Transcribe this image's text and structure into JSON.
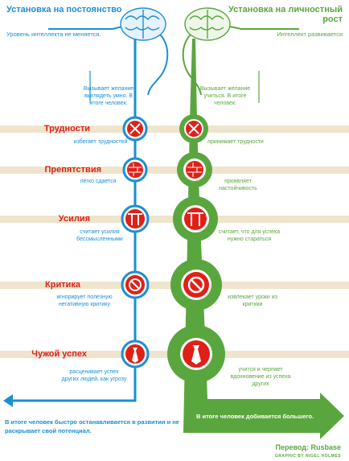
{
  "left": {
    "title": "Установка на постоянство",
    "subtitle": "Уровень интеллекта не меняется.",
    "intro": "Вызывает желание выглядеть умно. В итоге человек:",
    "conclusion": "В итоге человек быстро останавливается в развитии и не раскрывает свой потенциал."
  },
  "right": {
    "title": "Установка на личностный рост",
    "subtitle": "Интеллект развивается",
    "intro": "Вызывает желание учиться. В итоге человек:",
    "conclusion": "В итоге человек добивается большего."
  },
  "rows": [
    {
      "label": "Трудности",
      "fixed": "избегает трудностей",
      "growth": "принимает трудности",
      "icon": "crossed-arrows-icon"
    },
    {
      "label": "Препятствия",
      "fixed": "легко сдается",
      "growth": "проявляет настойчивость",
      "icon": "brick-wall-icon"
    },
    {
      "label": "Усилия",
      "fixed": "считает усилия бессмысленными",
      "growth": "считает, что для успеха нужно стараться",
      "icon": "weightlifter-icon"
    },
    {
      "label": "Критика",
      "fixed": "игнорирует полезную негативную критику",
      "growth": "извлекает уроки из критики",
      "icon": "prohibited-icon"
    },
    {
      "label": "Чужой успех",
      "fixed": "расценивает успех других людей, как угрозу",
      "growth": "учится и черпает вдохновение из успеха других",
      "icon": "tie-icon"
    }
  ],
  "credit": {
    "translation": "Перевод: Rusbase",
    "graphic": "GRAPHIC BY NIGEL HOLMES"
  },
  "colors": {
    "fixed": "#1a8fd6",
    "growth": "#5aa63e",
    "accent": "#e02018",
    "band": "#efe4cc"
  }
}
